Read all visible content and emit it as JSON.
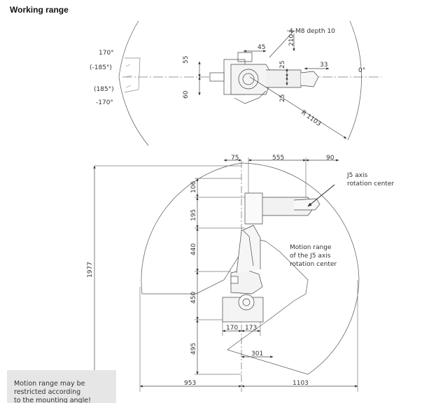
{
  "title": "Working range",
  "top_view": {
    "angle_upper": "170°",
    "angle_upper_alt": "(-185°)",
    "angle_lower_alt": "(185°)",
    "angle_lower": "-170°",
    "angle_zero": "0°",
    "mount_label": "4-M8 depth 10",
    "dim_45": "45",
    "dim_210": "210",
    "dim_55": "55",
    "dim_60": "60",
    "dim_25a": "25",
    "dim_25b": "25",
    "dim_33": "33",
    "radius_label": "R 1103"
  },
  "side_view": {
    "dim_75": "75",
    "dim_555": "555",
    "dim_90": "90",
    "dim_106": "106",
    "dim_195": "195",
    "dim_440": "440",
    "dim_450": "450",
    "dim_495": "495",
    "dim_1977": "1977",
    "dim_170": "170",
    "dim_173": "173",
    "dim_301": "301",
    "dim_953": "953",
    "dim_1103": "1103",
    "j5_label_line1": "J5 axis",
    "j5_label_line2": "rotation center",
    "motion_label_line1": "Motion range",
    "motion_label_line2": "of the J5 axis",
    "motion_label_line3": "rotation center"
  },
  "note": {
    "line1": "Motion range may be",
    "line2": "restricted according",
    "line3": "to the mounting angle!"
  }
}
